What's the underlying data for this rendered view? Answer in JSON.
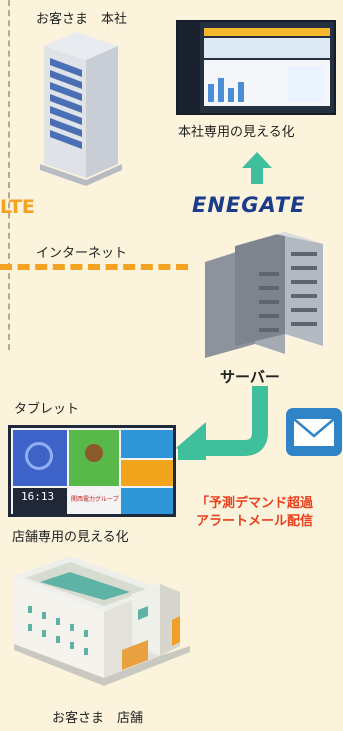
{
  "hq": {
    "title": "お客さま　本社",
    "caption": "本社専用の見える化"
  },
  "network": {
    "lte": "LTE",
    "internet": "インターネット"
  },
  "enegate": "ENEGATE",
  "server": "サーバー",
  "tablet": {
    "label": "タブレット",
    "caption": "店舗専用の見える化",
    "time": "16:13",
    "brand": "関西電力グループ"
  },
  "alert": {
    "line1": "「予測デマンド超過",
    "line2": "アラートメール配信"
  },
  "store": {
    "title": "お客さま　店舗"
  },
  "colors": {
    "arrow": "#3fbf9c",
    "dash": "#f3a221",
    "alert": "#e8401c",
    "brand": "#1a3c8a"
  }
}
